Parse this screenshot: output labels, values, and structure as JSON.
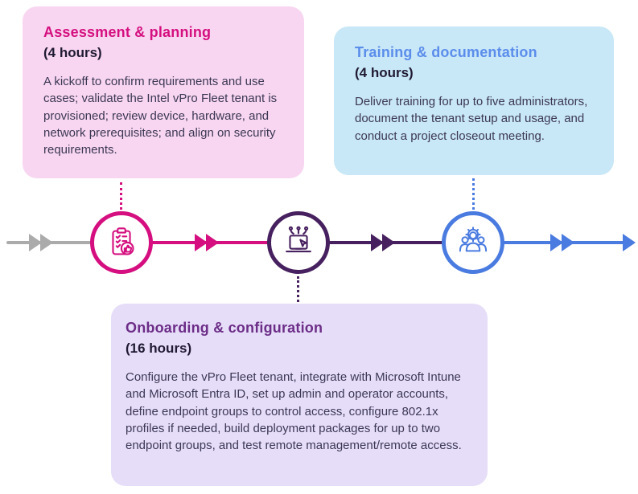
{
  "cards": {
    "assessment": {
      "title": "Assessment & planning",
      "duration": "(4 hours)",
      "body": "A kickoff to confirm requirements and use cases; validate the Intel vPro Fleet tenant is provisioned; review device, hardware, and network prerequisites; and align on security requirements.",
      "accent_color": "#d50f7f",
      "background_color": "#f8d6f1"
    },
    "onboarding": {
      "title": "Onboarding & configuration",
      "duration": "(16 hours)",
      "body": "Configure the vPro Fleet tenant, integrate with Microsoft Intune and Microsoft Entra ID, set up admin and operator accounts, define endpoint groups to control access, configure 802.1x profiles if needed, build deployment packages for up to two endpoint groups, and test remote management/remote access.",
      "accent_color": "#6c2d87",
      "background_color": "#e6ddf9"
    },
    "training": {
      "title": "Training & documentation",
      "duration": "(4 hours)",
      "body": "Deliver training for up to five administrators, document the tenant setup and usage, and conduct a project closeout meeting.",
      "accent_color": "#5b8deb",
      "background_color": "#c8e7f7"
    }
  },
  "timeline": {
    "intro_color": "#ababab",
    "stages": {
      "assessment": {
        "icon": "clipboard-checklist-icon",
        "color": "#d50f7f"
      },
      "onboarding": {
        "icon": "laptop-cursor-icon",
        "color": "#47215f"
      },
      "training": {
        "icon": "team-gear-icon",
        "color": "#4a7be0"
      }
    }
  },
  "text_colors": {
    "duration": "#201a33",
    "body": "#3c3854"
  }
}
